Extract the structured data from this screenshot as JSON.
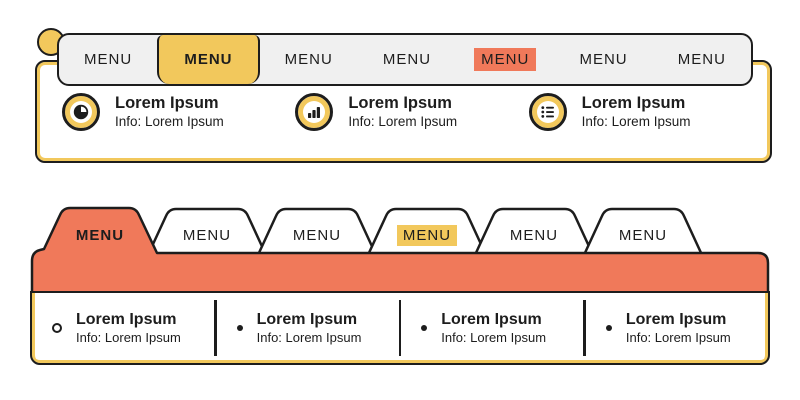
{
  "colors": {
    "yellow_accent": "#F2C85C",
    "orange_accent": "#F0795A",
    "ink": "#1d1d1d",
    "tabbar_gray": "#F0F0F0",
    "panel_white": "#FFFFFF"
  },
  "top_widget": {
    "menu_tabs": [
      "MENU",
      "MENU",
      "MENU",
      "MENU",
      "MENU",
      "MENU",
      "MENU"
    ],
    "active_tab_index": 1,
    "orange_highlight_tab_index": 4,
    "items": [
      {
        "icon": "pie-chart",
        "title": "Lorem Ipsum",
        "info": "Info: Lorem Ipsum"
      },
      {
        "icon": "bar-chart",
        "title": "Lorem Ipsum",
        "info": "Info: Lorem Ipsum"
      },
      {
        "icon": "bullet-list",
        "title": "Lorem Ipsum",
        "info": "Info: Lorem Ipsum"
      }
    ]
  },
  "bottom_widget": {
    "menu_tabs": [
      "MENU",
      "MENU",
      "MENU",
      "MENU",
      "MENU",
      "MENU"
    ],
    "active_tab_index": 0,
    "yellow_highlight_tab_index": 3,
    "items": [
      {
        "bullet": "ring",
        "title": "Lorem Ipsum",
        "info": "Info: Lorem Ipsum"
      },
      {
        "bullet": "dot",
        "title": "Lorem Ipsum",
        "info": "Info: Lorem Ipsum"
      },
      {
        "bullet": "dot",
        "title": "Lorem Ipsum",
        "info": "Info: Lorem Ipsum"
      },
      {
        "bullet": "dot",
        "title": "Lorem Ipsum",
        "info": "Info: Lorem Ipsum"
      }
    ]
  }
}
